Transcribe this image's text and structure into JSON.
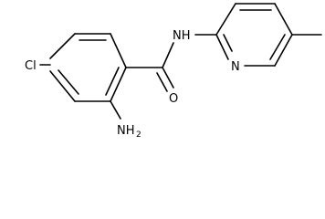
{
  "molecule": {
    "labels": {
      "chloro": "Cl",
      "amide_nh": "NH",
      "amide_o": "O",
      "amine_n": "NH",
      "amine_sub": "2",
      "pyridine_n": "N"
    }
  }
}
